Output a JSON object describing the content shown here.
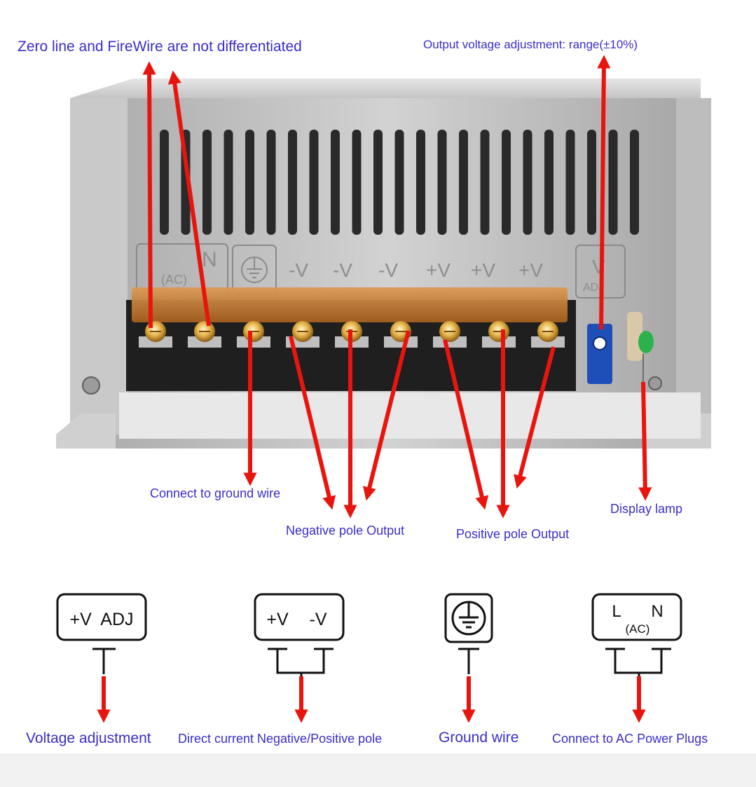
{
  "colors": {
    "label": "#3a2ec8",
    "arrow": "#e8150f",
    "housing": "#b9b9b9",
    "terminal_block": "#222222",
    "cover_strip": "#c8782a",
    "potentiometer": "#1e4fb8",
    "indicator_led": "#2bb24c"
  },
  "top_labels": {
    "ac_note": "Zero line and  FireWire are not differentiated",
    "vadj_note": "Output voltage adjustment: range(±10%)"
  },
  "device_markings": {
    "n": "N",
    "ac": "(AC)",
    "ground_symbol": "ground-symbol",
    "terminals": [
      "-V",
      "-V",
      "-V",
      "+V",
      "+V",
      "+V"
    ],
    "adj_v": "V",
    "adj": "ADJ"
  },
  "callouts": {
    "ground": "Connect to ground wire",
    "negative": "Negative pole Output",
    "positive": "Positive pole Output",
    "lamp": "Display lamp"
  },
  "legend": [
    {
      "symbol_text": "+V  ADJ",
      "caption": "Voltage adjustment",
      "icon": "adj-terminal-icon"
    },
    {
      "symbol_text_a": "+V",
      "symbol_text_b": "-V",
      "caption": "Direct current Negative/Positive pole",
      "icon": "dc-terminal-icon"
    },
    {
      "icon": "ground-icon",
      "caption": "Ground wire"
    },
    {
      "symbol_text_a": "L",
      "symbol_text_b": "N",
      "symbol_text_c": "(AC)",
      "caption": "Connect to AC Power Plugs",
      "icon": "ac-terminal-icon"
    }
  ]
}
